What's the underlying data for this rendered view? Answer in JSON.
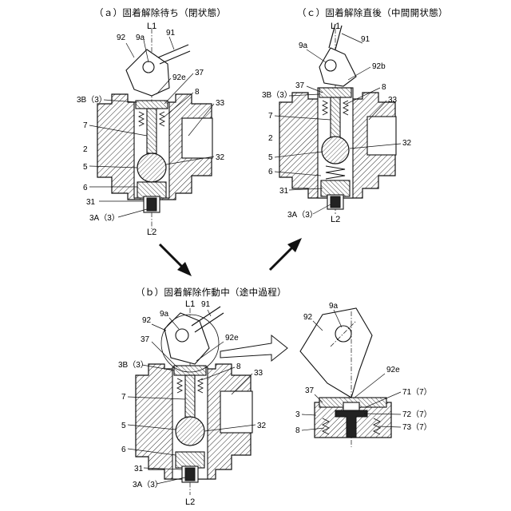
{
  "captions": {
    "a": "（ａ）固着解除待ち（閉状態）",
    "b": "（ｂ）固着解除作動中（途中過程）",
    "c": "（ｃ）固着解除直後（中間開状態）"
  },
  "labels": {
    "L1": "L1",
    "L2": "L2",
    "n9a": "9a",
    "n91": "91",
    "n92": "92",
    "n92e": "92e",
    "n92b": "92b",
    "n37": "37",
    "n8": "8",
    "n33": "33",
    "n3B": "3B（3）",
    "n7": "7",
    "n2": "2",
    "n5": "5",
    "n6": "6",
    "n31": "31",
    "n32": "32",
    "n3A": "3A（3）",
    "n3": "3",
    "n71": "71（7）",
    "n72": "72（7）",
    "n73": "73（7）"
  }
}
